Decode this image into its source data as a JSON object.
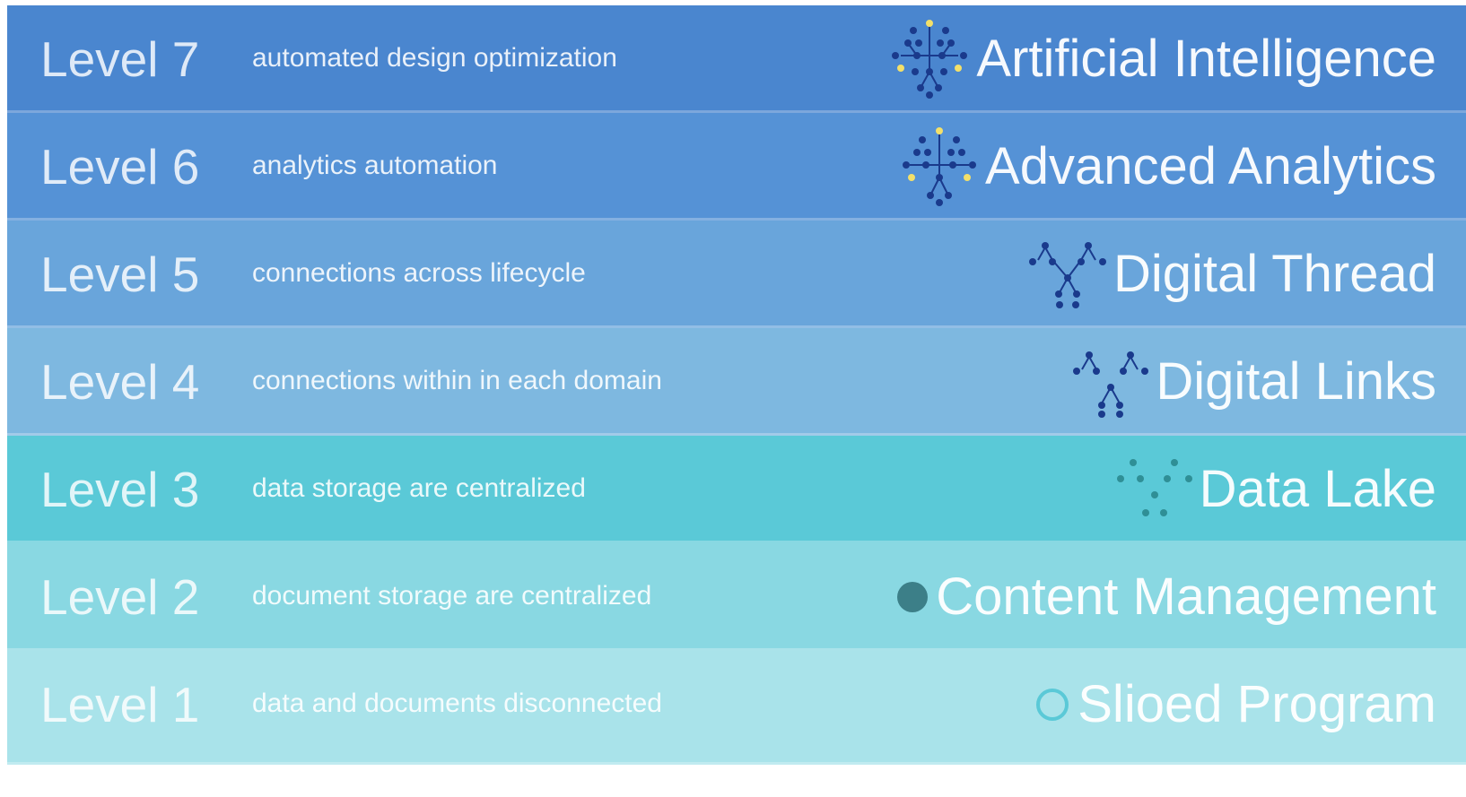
{
  "levels": [
    {
      "level": "Level 7",
      "description": "automated design optimization",
      "title": "Artificial Intelligence",
      "icon": "ai-network-icon",
      "color": "#4a86cf"
    },
    {
      "level": "Level 6",
      "description": "analytics automation",
      "title": "Advanced Analytics",
      "icon": "analytics-network-icon",
      "color": "#5592d6"
    },
    {
      "level": "Level 5",
      "description": "connections across lifecycle",
      "title": "Digital Thread",
      "icon": "thread-network-icon",
      "color": "#69a5db"
    },
    {
      "level": "Level 4",
      "description": "connections within in each domain",
      "title": "Digital Links",
      "icon": "links-network-icon",
      "color": "#7eb8e0"
    },
    {
      "level": "Level 3",
      "description": "data storage are centralized",
      "title": "Data Lake",
      "icon": "data-lake-dots-icon",
      "color": "#5ac9d7"
    },
    {
      "level": "Level 2",
      "description": "document storage are centralized",
      "title": "Content Management",
      "icon": "filled-circle-icon",
      "color": "#89d8e2"
    },
    {
      "level": "Level 1",
      "description": "data and documents disconnected",
      "title": "Slioed Program",
      "icon": "ring-icon",
      "color": "#a9e3ea"
    }
  ],
  "icon_colors": {
    "dark": "#1a3a8c",
    "yellow": "#f3e06a",
    "teal_dark": "#2f8f96",
    "teal_fill": "#3c7f88",
    "ring": "#5ac9d7"
  }
}
